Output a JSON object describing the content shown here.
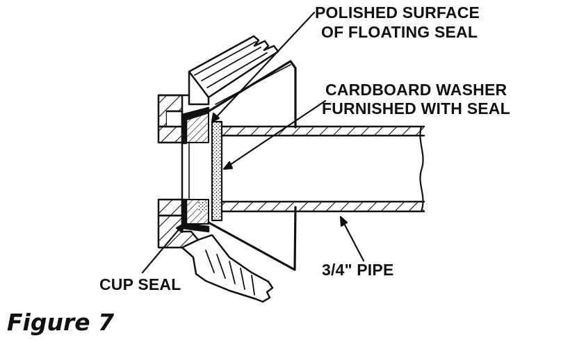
{
  "labels": {
    "polished_line1": "POLISHED SURFACE",
    "polished_line2": "OF FLOATING SEAL",
    "washer_line1": "CARDBOARD WASHER",
    "washer_line2": "FURNISHED WITH SEAL",
    "cup_seal": "CUP SEAL",
    "pipe": "3/4\" PIPE"
  },
  "caption": "Figure 7"
}
